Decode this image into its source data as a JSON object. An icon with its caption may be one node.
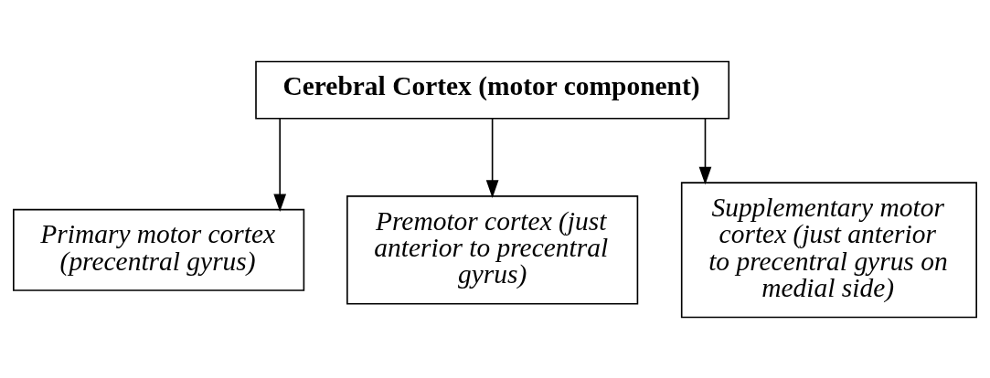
{
  "diagram": {
    "nodes": [
      {
        "text": [
          "Cerebral Cortex (motor component)"
        ]
      },
      {
        "text": [
          "Primary motor cortex (precentral gyrus)"
        ]
      },
      {
        "text": [
          "Premotor cortex (just anterior to precentral gyrus)"
        ]
      },
      {
        "text": [
          "Supplementary motor cortex (just anterior to precentral gyrus on medial side)"
        ]
      }
    ],
    "edges": [
      {
        "from": 0,
        "to": 1,
        "arrow": "to"
      },
      {
        "from": 0,
        "to": 2,
        "arrow": "to"
      },
      {
        "from": 0,
        "to": 3,
        "arrow": "to"
      }
    ]
  }
}
